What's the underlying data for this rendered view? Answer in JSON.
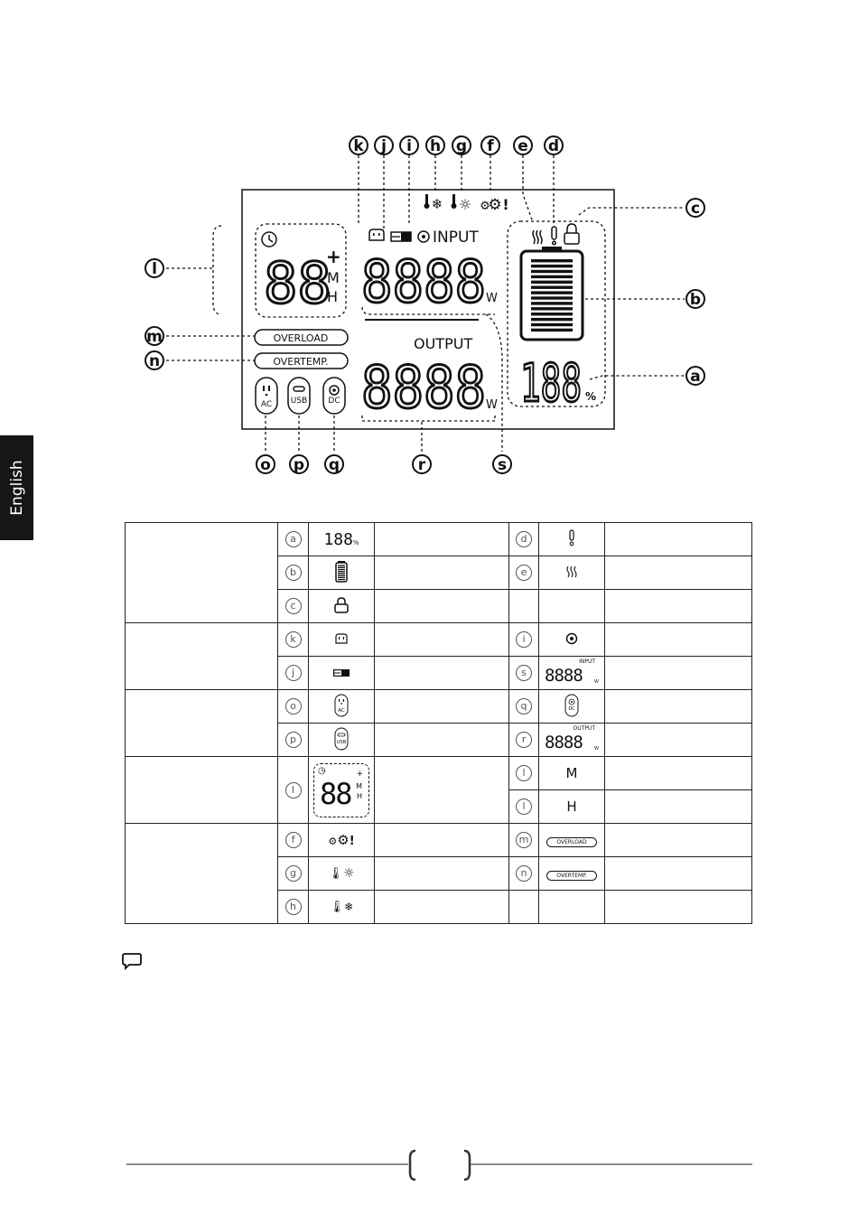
{
  "sidebar": {
    "language": "English"
  },
  "display": {
    "input_label": "INPUT",
    "output_label": "OUTPUT",
    "watt_unit": "W",
    "percent_unit": "%",
    "timer_plus": "+",
    "timer_m": "M",
    "timer_h": "H",
    "overload_label": "OVERLOAD",
    "overtemp_label": "OVERTEMP.",
    "ac_label": "AC",
    "usb_label": "USB",
    "dc_label": "DC",
    "input_digits": "8888",
    "output_digits": "8888",
    "timer_digits": "88",
    "battery_digits": "188"
  },
  "callouts": {
    "a": "a",
    "b": "b",
    "c": "c",
    "d": "d",
    "e": "e",
    "f": "f",
    "g": "g",
    "h": "h",
    "i": "i",
    "j": "j",
    "k": "k",
    "l": "l",
    "m": "m",
    "n": "n",
    "o": "o",
    "p": "p",
    "q": "q",
    "r": "r",
    "s": "s"
  },
  "table": {
    "rows": [
      {
        "left": "a",
        "left_icon": "battery-percent-digits",
        "right": "d",
        "right_icon": "warning-exclamation-icon"
      },
      {
        "left": "b",
        "left_icon": "battery-level-icon",
        "right": "e",
        "right_icon": "heating-icon"
      },
      {
        "left": "c",
        "left_icon": "lock-icon",
        "right": "",
        "right_icon": ""
      },
      {
        "left": "k",
        "left_icon": "ac-charging-icon",
        "right": "i",
        "right_icon": "input-dot-icon"
      },
      {
        "left": "j",
        "left_icon": "solar-charging-icon",
        "right": "s",
        "right_icon": "input-watts-digits"
      },
      {
        "left": "o",
        "left_icon": "ac-outlet-icon",
        "right": "q",
        "right_icon": "dc-outlet-icon"
      },
      {
        "left": "p",
        "left_icon": "usb-outlet-icon",
        "right": "r",
        "right_icon": "output-watts-digits"
      },
      {
        "left": "l",
        "left_icon": "timer-display",
        "right": "l",
        "right_icon": "minutes-m"
      },
      {
        "left": "",
        "left_icon": "",
        "right": "l",
        "right_icon": "hours-h"
      },
      {
        "left": "f",
        "left_icon": "fan-warning-icon",
        "right": "m",
        "right_icon": "overload-badge"
      },
      {
        "left": "g",
        "left_icon": "high-temp-icon",
        "right": "n",
        "right_icon": "overtemp-badge"
      },
      {
        "left": "h",
        "left_icon": "low-temp-icon",
        "right": "",
        "right_icon": ""
      }
    ],
    "minutes_text": "M",
    "hours_text": "H",
    "overload_text": "OVERLOAD",
    "overtemp_text": "OVERTEMP.",
    "input_text": "INPUT",
    "output_text": "OUTPUT",
    "ac_text": "AC",
    "usb_text": "USB",
    "dc_text": "DC",
    "w_text": "W",
    "digits4": "8888",
    "digits2": "88",
    "digits3": "188",
    "percent": "%",
    "plus": "+"
  }
}
